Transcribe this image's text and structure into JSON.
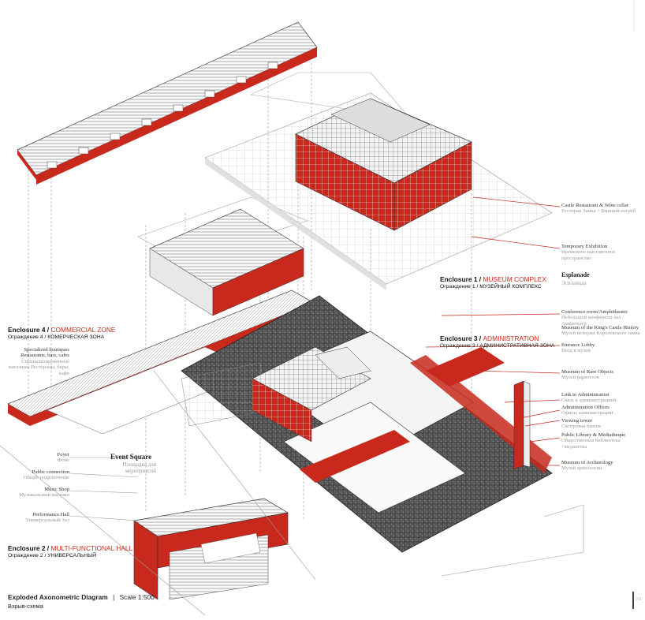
{
  "colors": {
    "accent": "#c8291c",
    "dark": "#3a3a3a",
    "line": "#777777",
    "faint": "#cfcfcf"
  },
  "enclosures": {
    "e1": {
      "title": "Enclosure 1 /",
      "name": "MUSEUM COMPLEX",
      "sub": "Ограждение 1 / МУЗЕЙНЫЙ КОМПЛЕКС"
    },
    "e2": {
      "title": "Enclosure 2 /",
      "name": "MULTI-FUNCTIONAL HALL",
      "sub": "Ограждение 2 / УНИВЕРСАЛЬНЫЙ"
    },
    "e3": {
      "title": "Enclosure 3 /",
      "name": "ADMINISTRATION",
      "sub": "Ограждение 3 / АДМИНИСТРАТИВНАЯ ЗОНА"
    },
    "e4": {
      "title": "Enclosure 4 /",
      "name": "COMMERCIAL ZONE",
      "sub": "Ограждение 4 / КОМЕРЧЕСКАЯ ЗОНА"
    }
  },
  "left_labels": {
    "boutiques": {
      "en": "Specialized boutiques Restaurants, bars, cafes",
      "ru": "Специализированные магазины Рестораны, бары, кафе"
    },
    "foyer": {
      "en": "Foyer",
      "ru": "Фойе"
    },
    "public": {
      "en": "Public connection",
      "ru": "Общее подключение"
    },
    "music": {
      "en": "Music Shop",
      "ru": "Музыкальный магазин"
    },
    "performance": {
      "en": "Performance Hall",
      "ru": "Универсальный Зал"
    }
  },
  "event_square": {
    "en": "Event Square",
    "ru": "Площадка для мероприятий"
  },
  "esplanade": {
    "en": "Esplanade",
    "ru": "Эспланада"
  },
  "right_labels": {
    "castle": {
      "en": "Castle Restaurant & Wine cellar",
      "ru": "Ресторан Замка + Винный погреб"
    },
    "temporary": {
      "en": "Temporary Exhibition",
      "ru": "Временное выставочное пространство"
    },
    "conference": {
      "en": "Conference room/Amphitheatre",
      "ru": "Небольшой конференц-зал /Амфитеатр"
    },
    "museum_castle": {
      "en": "Museum of the King's Castle History",
      "ru": "Музей истории Королевского замка"
    },
    "entrance": {
      "en": "Entrance Lobby",
      "ru": "Вход в музей"
    },
    "rare": {
      "en": "Museum of Rare Objects",
      "ru": "Музей раритетов"
    },
    "link": {
      "en": "Link to Administration",
      "ru": "Связь к администрацией"
    },
    "admin": {
      "en": "Administration Offices",
      "ru": "Офисы администрации"
    },
    "tower": {
      "en": "Viewing tower",
      "ru": "Смотровая башня"
    },
    "library": {
      "en": "Public Library & Mediatheque",
      "ru": "Общественная библиотека +медиатека"
    },
    "archaeology": {
      "en": "Museum of Archaeology",
      "ru": "Музей археологии"
    }
  },
  "footer": {
    "title": "Exploded Axonometric Diagram",
    "sep": "|",
    "scale": "Scale 1:500",
    "ru": "Взрыв-схема",
    "page": "011"
  }
}
